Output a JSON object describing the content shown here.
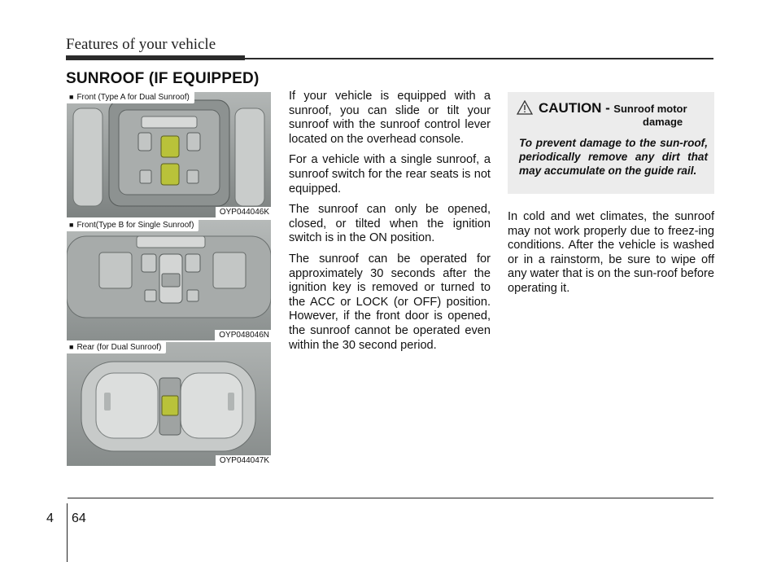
{
  "header": {
    "title": "Features of your vehicle"
  },
  "section": {
    "title": "SUNROOF (IF EQUIPPED)"
  },
  "figures": [
    {
      "caption": "Front (Type A for Dual Sunroof)",
      "code": "OYP044046K",
      "bullet": "■"
    },
    {
      "caption": "Front(Type B for Single Sunroof)",
      "code": "OYP048046N",
      "bullet": "■"
    },
    {
      "caption": "Rear (for Dual Sunroof)",
      "code": "OYP044047K",
      "bullet": "■"
    }
  ],
  "body": {
    "paragraphs": [
      "If your vehicle is equipped with a sunroof, you can slide or tilt your sunroof with the sunroof control lever located on the overhead console.",
      "For a vehicle with a single sunroof, a sunroof switch for the rear seats is not equipped.",
      "The sunroof can only be opened, closed, or tilted when the ignition switch is in the ON position.",
      "The sunroof can be operated for approximately 30 seconds after the ignition key is removed or turned to the ACC or LOCK (or OFF) position. However, if the front door is opened, the sunroof cannot be operated even within the 30 second period."
    ]
  },
  "caution": {
    "word": "CAUTION -",
    "subject_line1": "Sunroof motor",
    "subject_line2": "damage",
    "text": "To prevent damage to the sun-roof, periodically remove any dirt that may accumulate on the guide rail.",
    "icon": "warning-triangle-icon"
  },
  "right_text": "In cold and wet climates, the sunroof may not work properly due to freez-ing conditions. After the vehicle is washed or in a rainstorm, be sure to wipe off any water that is on the sun-roof before operating it.",
  "footer": {
    "chapter": "4",
    "page": "64"
  },
  "colors": {
    "accent": "#2b2b2b",
    "caution_bg": "#ececec",
    "photo_bg": "#9ea3a2",
    "switch_green": "#b9c23a"
  }
}
